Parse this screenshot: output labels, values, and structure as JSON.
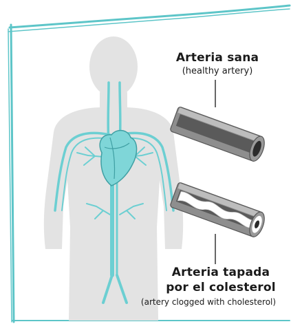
{
  "colors": {
    "border": "#5dc5c8",
    "body_silhouette": "#e3e3e3",
    "vessels": "#6ccfd2",
    "heart": "#7fd6d8",
    "artery_outer": "#8e8e8e",
    "artery_inner": "#2b2b2b",
    "plaque": "#ffffff"
  },
  "labels": {
    "healthy_title": "Arteria sana",
    "healthy_subtitle": "(healthy artery)",
    "clogged_title_line1": "Arteria tapada",
    "clogged_title_line2": "por el colesterol",
    "clogged_subtitle": "(artery clogged with cholesterol)"
  }
}
